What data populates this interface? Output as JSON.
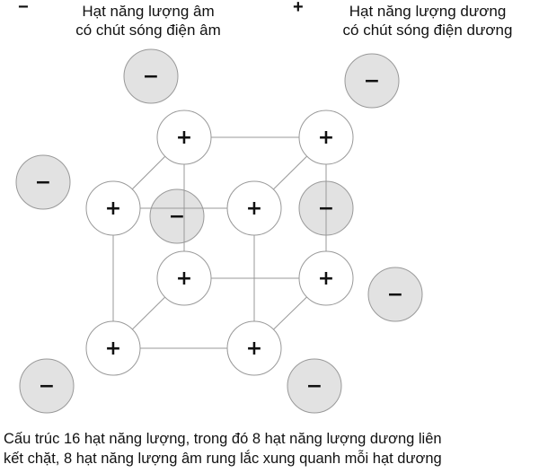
{
  "legend": {
    "negative": {
      "symbol": "−",
      "line1": "Hạt năng lượng âm",
      "line2": "có chút sóng điện âm"
    },
    "positive": {
      "symbol": "+",
      "line1": "Hạt năng lượng dương",
      "line2": "có chút sóng điện dương"
    }
  },
  "particles": {
    "positive_symbol": "+",
    "negative_symbol": "−",
    "positive_count": 8,
    "negative_count": 8
  },
  "colors": {
    "positive_fill": "#ffffff",
    "negative_fill": "#e2e2e2",
    "stroke": "#999999"
  },
  "caption": {
    "line1": "Cấu trúc 16 hạt năng lượng, trong đó 8 hạt năng lượng dương liên",
    "line2": "kết chặt, 8 hạt năng lượng âm rung lắc xung quanh mỗi hạt dương"
  }
}
